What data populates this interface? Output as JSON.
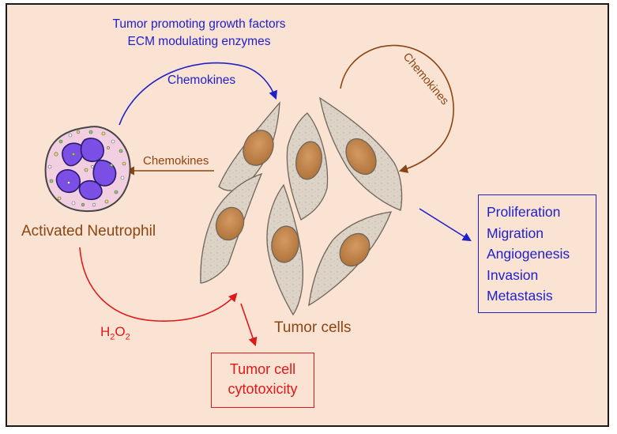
{
  "top_factors": {
    "line1": "Tumor promoting growth factors",
    "line2": "ECM modulating enzymes"
  },
  "chemokines_top": "Chemokines",
  "chemokines_left": "Chemokines",
  "chemokines_right": "Chemokines",
  "neutrophil_label": "Activated Neutrophil",
  "h2o2": {
    "base1": "H",
    "sub1": "2",
    "base2": "O",
    "sub2": "2"
  },
  "tumor_cells_label": "Tumor cells",
  "effects": [
    "Proliferation",
    "Migration",
    "Angiogenesis",
    "Invasion",
    "Metastasis"
  ],
  "cytotoxicity": {
    "line1": "Tumor cell",
    "line2": "cytotoxicity"
  },
  "colors": {
    "background": "#fbe3d3",
    "blue": "#2020c8",
    "brown": "#8b4513",
    "red": "#e01818",
    "cell_body": "#dcd2c6",
    "nucleus": "#c0834a",
    "neutrophil_nucleus": "#7b4fe6"
  }
}
